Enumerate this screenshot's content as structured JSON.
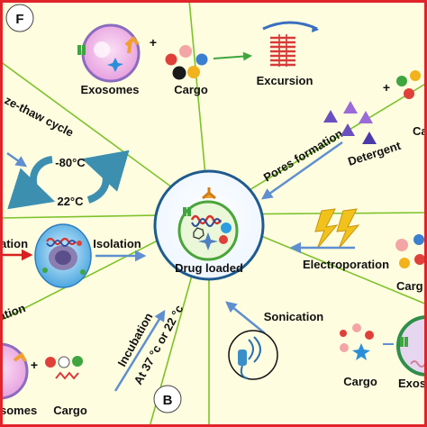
{
  "panel_letters": {
    "top": "F",
    "bottom": "B"
  },
  "center": {
    "label": "Drug loaded"
  },
  "methods": {
    "excursion": {
      "exosomes": "Exosomes",
      "plus": "+",
      "cargo": "Cargo",
      "result": "Excursion"
    },
    "detergent": {
      "pores": "Pores formation",
      "plus": "+",
      "detergent": "Detergent",
      "cargo_partial": "Ca"
    },
    "freeze_thaw": {
      "label": "ze-thaw cycle",
      "cold": "-80°C",
      "warm": "22°C"
    },
    "isolation": {
      "left_partial": "ation",
      "label": "Isolation"
    },
    "electroporation": {
      "label": "Electroporation",
      "cargo_partial": "Carg"
    },
    "sonication": {
      "label": "Sonication",
      "cargo": "Cargo",
      "exosomes_partial": "Exos"
    },
    "incubation": {
      "left_partial": "ation",
      "label_line1": "Incubation",
      "label_line2": "At 37 °c or 22 °c",
      "exosomes_partial": "somes",
      "plus": "+",
      "cargo": "Cargo"
    }
  },
  "colors": {
    "border": "#e0242a",
    "background": "#fffde0",
    "divider": "#7cc22a",
    "arrow": "#5f8fd0",
    "green_arrow": "#3fa63f",
    "red_arrow": "#d82020",
    "cycle_arrow": "#3d8fb0",
    "lightning": "#f2c21c"
  }
}
